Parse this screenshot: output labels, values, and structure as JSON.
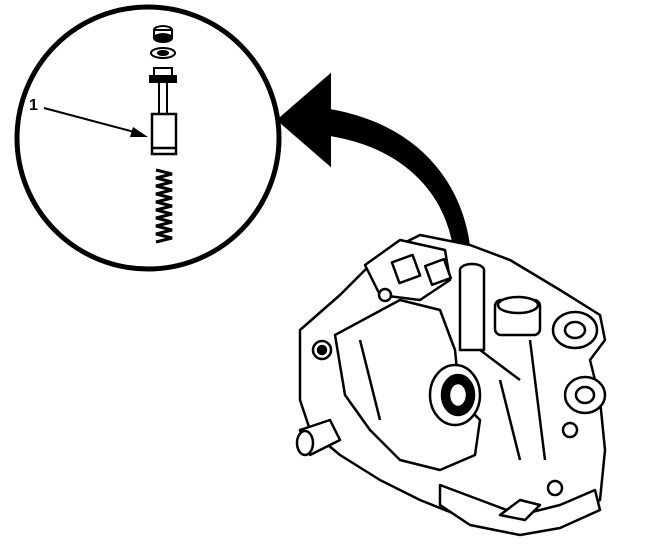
{
  "callouts": [
    {
      "label": "1"
    }
  ],
  "colors": {
    "line": "#000000",
    "background": "#ffffff"
  },
  "components": {
    "detail_view": "relief-valve-detail",
    "exploded_parts": [
      "cap-plug",
      "washer",
      "valve-stem",
      "valve-piston",
      "spring"
    ],
    "housing": "oil-pump-housing",
    "arrow": "curved-arrow"
  }
}
